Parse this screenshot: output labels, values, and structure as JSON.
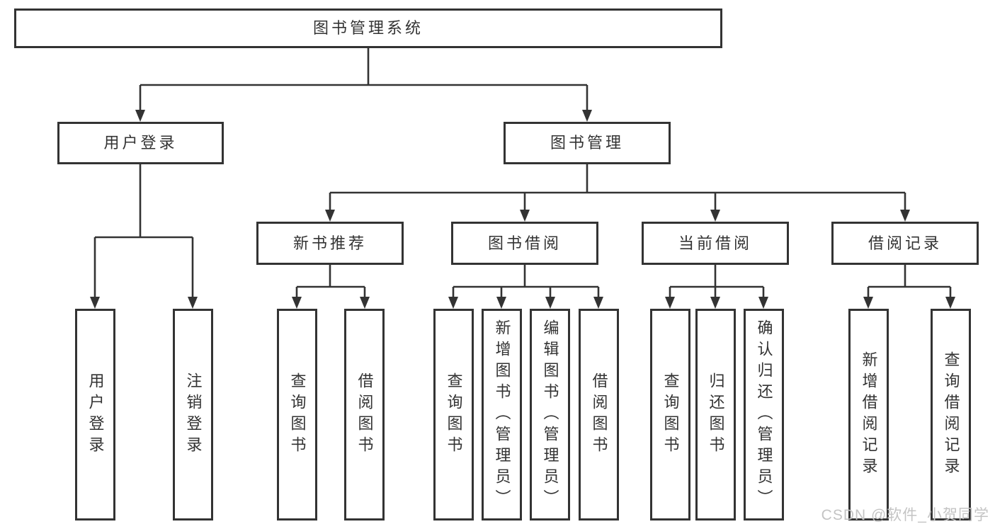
{
  "diagram": {
    "type": "tree",
    "tree": {
      "root": "图书管理系统",
      "branches": [
        {
          "label": "用户登录",
          "children": [
            "用户登录",
            "注销登录"
          ]
        },
        {
          "label": "图书管理",
          "groups": [
            {
              "label": "新书推荐",
              "children": [
                "查询图书",
                "借阅图书"
              ]
            },
            {
              "label": "图书借阅",
              "children": [
                "查询图书",
                "新增图书（管理员）",
                "编辑图书（管理员）",
                "借阅图书"
              ]
            },
            {
              "label": "当前借阅",
              "children": [
                "查询图书",
                "归还图书",
                "确认归还（管理员）"
              ]
            },
            {
              "label": "借阅记录",
              "children": [
                "新增借阅记录",
                "查询借阅记录"
              ]
            }
          ]
        }
      ]
    },
    "colors": {
      "line": "#333333",
      "box_border": "#333333",
      "text": "#333333",
      "background": "#ffffff",
      "watermark": "#c4c4c4"
    }
  },
  "watermark": {
    "text": "CSDN @软件_小贺同学"
  }
}
